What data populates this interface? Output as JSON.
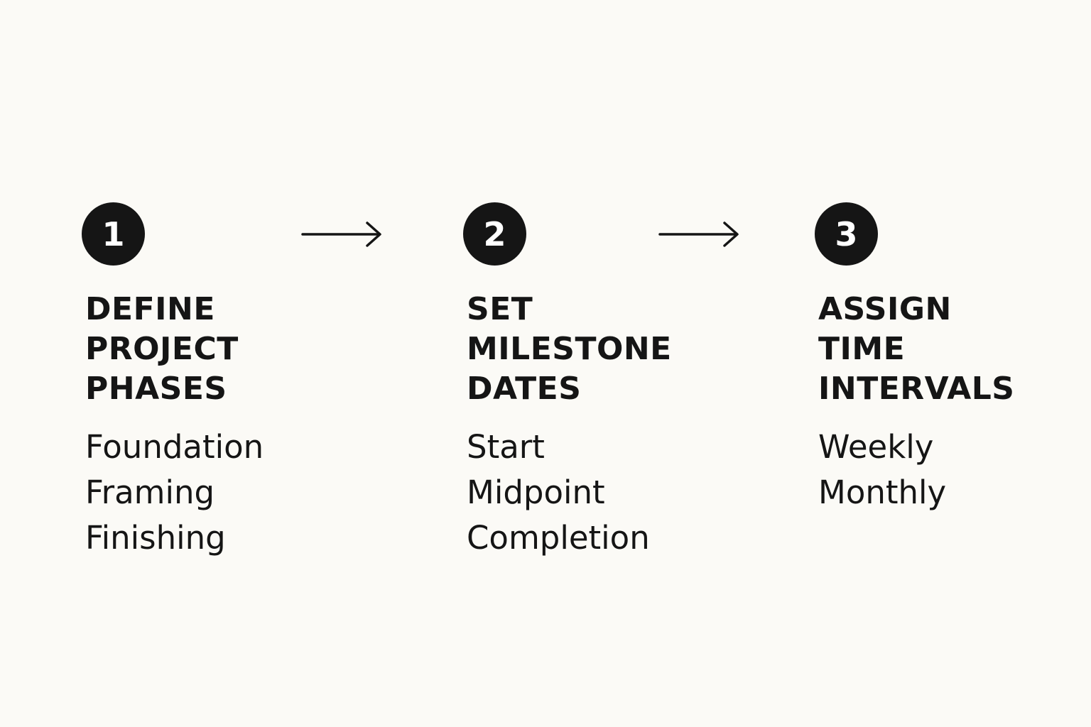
{
  "steps": [
    {
      "number": "1",
      "title_lines": [
        "DEFINE",
        "PROJECT",
        "PHASES"
      ],
      "items": [
        "Foundation",
        "Framing",
        "Finishing"
      ]
    },
    {
      "number": "2",
      "title_lines": [
        "SET",
        "MILESTONE",
        "DATES"
      ],
      "items": [
        "Start",
        "Midpoint",
        "Completion"
      ]
    },
    {
      "number": "3",
      "title_lines": [
        "ASSIGN",
        "TIME",
        "INTERVALS"
      ],
      "items": [
        "Weekly",
        "Monthly"
      ]
    }
  ],
  "arrows": [
    {
      "icon": "right-arrow-icon"
    },
    {
      "icon": "right-arrow-icon"
    }
  ],
  "colors": {
    "background": "#fbfaf6",
    "ink": "#151515",
    "badge_text": "#ffffff"
  }
}
